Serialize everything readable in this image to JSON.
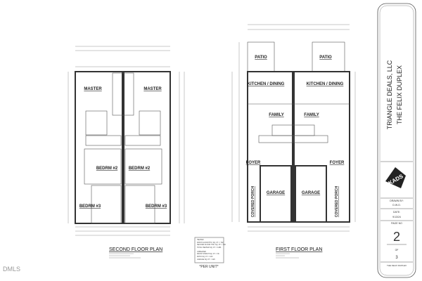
{
  "title_block": {
    "company": "TRIANGLE DEALS, LLC",
    "project": "THE FELIX DUPLEX",
    "logo_text": "KADS",
    "drawn_by_label": "DRAWN BY:",
    "drawn_by": "D.W.O.",
    "date_label": "DATE:",
    "date": "9/13/24",
    "page_label": "PAGE NO",
    "page": "2",
    "of_label": "OF",
    "total_pages": "3",
    "footer": "THE FELIX DUPLEX"
  },
  "second_floor": {
    "title": "SECOND FLOOR PLAN",
    "rooms": [
      "MASTER",
      "MASTER",
      "BEDRM #2",
      "BEDRM #2",
      "BEDRM #3",
      "BEDRM #3"
    ]
  },
  "first_floor": {
    "title": "FIRST FLOOR PLAN",
    "rooms": [
      "PATIO",
      "PATIO",
      "KITCHEN / DINING",
      "KITCHEN / DINING",
      "FAMILY",
      "FAMILY",
      "FOYER",
      "FOYER",
      "GARAGE",
      "GARAGE",
      "COVERED PORCH",
      "COVERED PORCH"
    ]
  },
  "notes": {
    "lines": [
      "HEATED",
      "FIRST FLOOR HTD. SQ. FT. = 722",
      "SECOND FLOOR HTD. SQ. FT. = 762",
      "TOTAL HEATED SQ. FT. = 1484",
      "UNHEATED",
      "FRONT PORCH SQ. FT. = 36",
      "PATIO SQ. FT. = 160",
      "GARAGE SQ. FT. = 226"
    ],
    "per_unit": "*PER UNIT*"
  },
  "watermark": "DMLS"
}
